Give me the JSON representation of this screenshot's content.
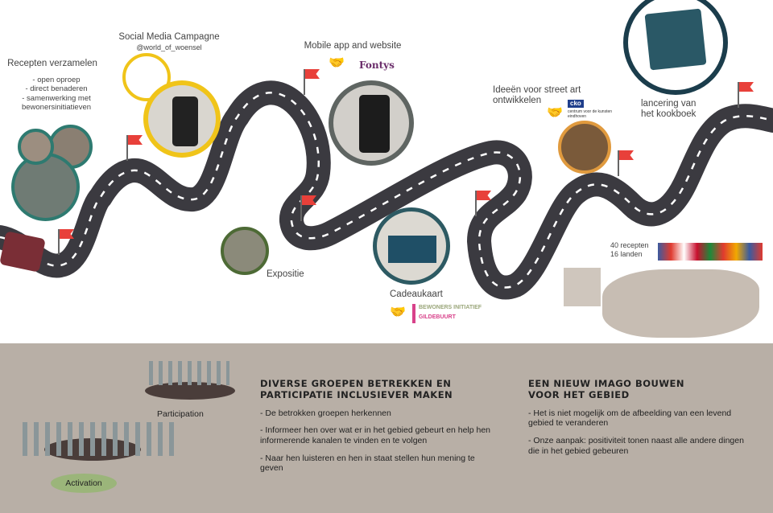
{
  "milestones": {
    "recepten": {
      "title": "Recepten verzamelen",
      "items": [
        "- open oproep",
        "- direct benaderen",
        "- samenwerking met",
        "bewonersinitiatieven"
      ]
    },
    "social": {
      "title": "Social Media Campagne",
      "handle": "@world_of_woensel"
    },
    "mobile": {
      "title": "Mobile app and website",
      "partner": "Fontys"
    },
    "expositie": {
      "title": "Expositie"
    },
    "cadeau": {
      "title": "Cadeaukaart",
      "partner_line1": "BEWONERS INITIATIEF",
      "partner_line2": "GILDEBUURT"
    },
    "streetart": {
      "title_line1": "Ideeën voor street art",
      "title_line2": "ontwikkelen",
      "partner": "cko",
      "partner_sub": "centrum voor de kunsten eindhoven"
    },
    "kookboek": {
      "title_line1": "lancering van",
      "title_line2": "het kookboek"
    },
    "stats": {
      "recipes": "40 recepten",
      "countries": "16 landen"
    }
  },
  "bottom": {
    "participation_label": "Participation",
    "activation_label": "Activation",
    "col1": {
      "heading_line1": "Diverse groepen betrekken en",
      "heading_line2": "participatie inclusiever maken",
      "points": [
        "- De betrokken groepen herkennen",
        "- Informeer hen over wat er in het gebied gebeurt en help hen informerende kanalen te vinden en te volgen",
        " - Naar hen luisteren en hen in staat stellen hun mening te geven"
      ]
    },
    "col2": {
      "heading_line1": "Een nieuw imago bouwen",
      "heading_line2": "voor het gebied",
      "points": [
        "- Het is niet mogelijk om de afbeelding van een levend gebied te veranderen",
        "- Onze aanpak: positiviteit tonen naast alle andere dingen die in het gebied gebeuren"
      ]
    }
  },
  "colors": {
    "road": "#3b3a40",
    "flag": "#e8403a",
    "panel": "#b8afa6",
    "activation": "#9bb57a"
  }
}
